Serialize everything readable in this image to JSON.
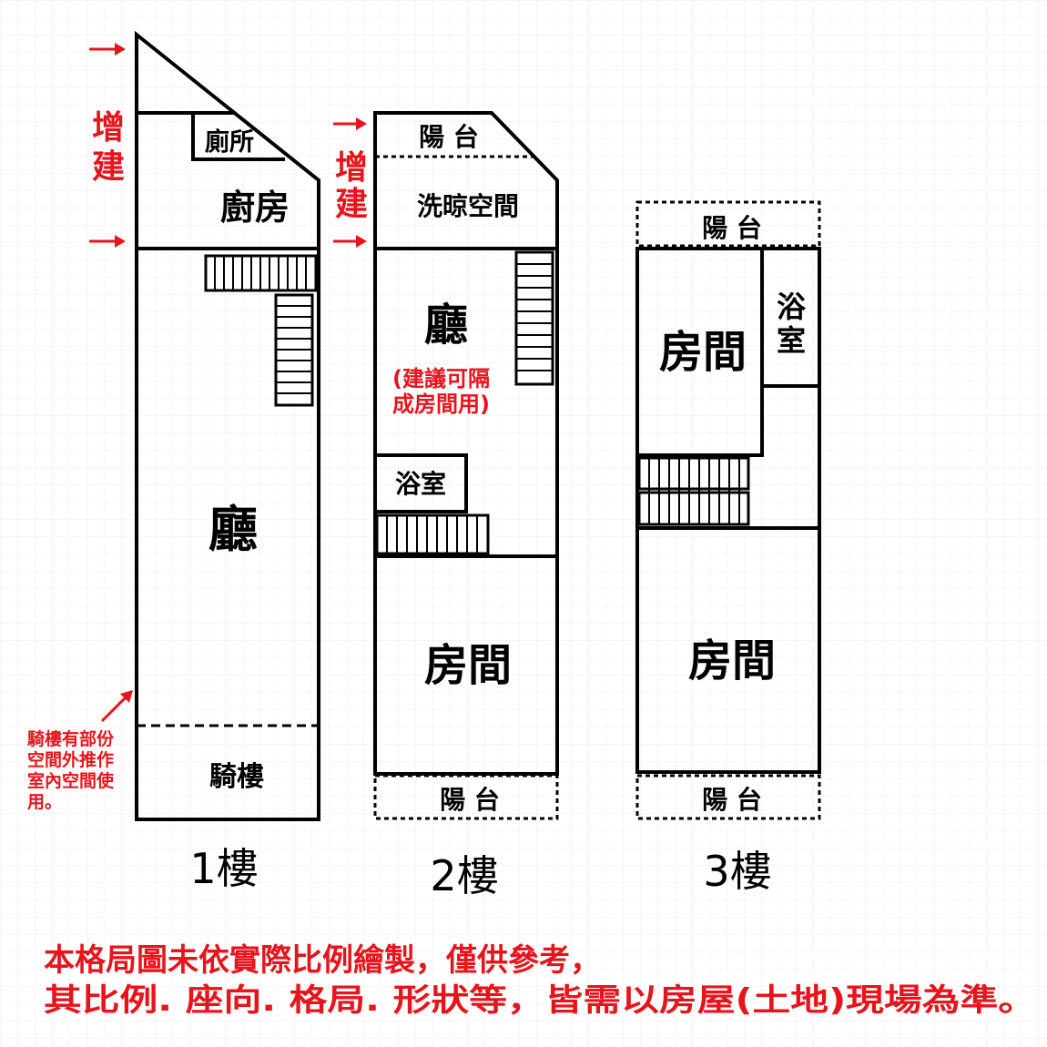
{
  "floor1": {
    "toilet": "廁所",
    "kitchen": "廚房",
    "hall": "廳",
    "arcade": "騎樓",
    "extension": [
      "增",
      "建"
    ],
    "note": [
      "騎樓有部份",
      "空間外推作",
      "室內空間使",
      "用。"
    ],
    "label": "1樓"
  },
  "floor2": {
    "balcony_top": "陽 台",
    "laundry": "洗晾空間",
    "hall": "廳",
    "hall_note": [
      "(建議可隔",
      "成房間用)"
    ],
    "bath": "浴室",
    "room": "房間",
    "balcony_bottom": "陽 台",
    "extension": [
      "增",
      "建"
    ],
    "label": "2樓"
  },
  "floor3": {
    "balcony_top": "陽 台",
    "room_top": "房間",
    "bath": "浴室",
    "room_bottom": "房間",
    "balcony_bottom": "陽 台",
    "label": "3樓"
  },
  "disclaimer": [
    "本格局圖未依實際比例繪製，僅供參考，",
    "其比例. 座向. 格局. 形狀等，皆需以房屋(土地)現場為準。"
  ],
  "colors": {
    "annotation": "#e8141c",
    "wall": "#000000",
    "grid": "#eeeeee"
  }
}
